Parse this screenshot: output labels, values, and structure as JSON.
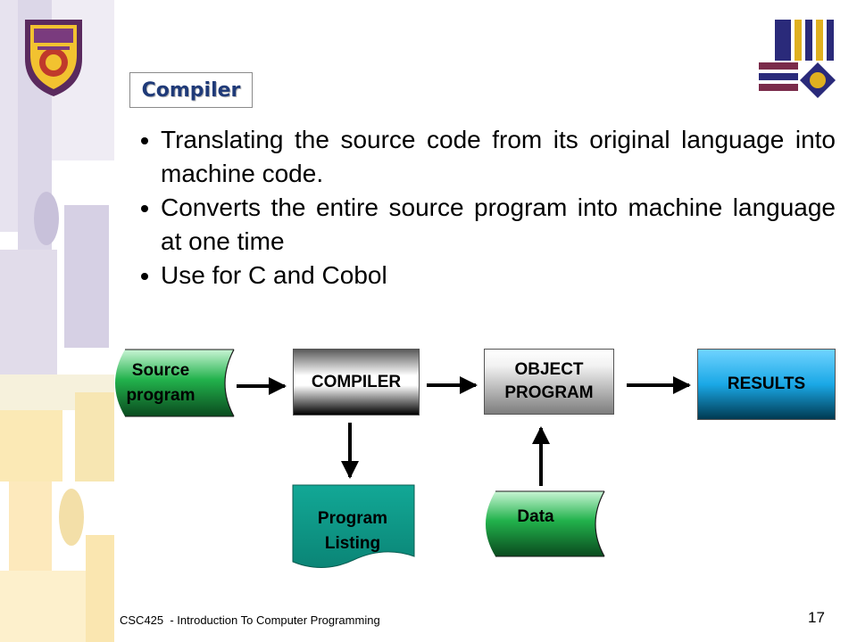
{
  "slide": {
    "title": "Compiler",
    "bullets": [
      "Translating the source code from its original language into machine code.",
      "Converts the entire source program into machine language at one time",
      "Use for C and Cobol"
    ],
    "footer": "CSC425  - Introduction To Computer Programming",
    "page_number": "17"
  },
  "diagram": {
    "source_line1": "Source",
    "source_line2": "program",
    "compiler": "COMPILER",
    "object_line1": "OBJECT",
    "object_line2": "PROGRAM",
    "results": "RESULTS",
    "listing_line1": "Program",
    "listing_line2": "Listing",
    "data": "Data"
  },
  "colors": {
    "title_text": "#1f3a78",
    "source_green": "#22b24c",
    "listing_teal": "#0f9a8a",
    "results_blue": "#1aa8e6"
  }
}
